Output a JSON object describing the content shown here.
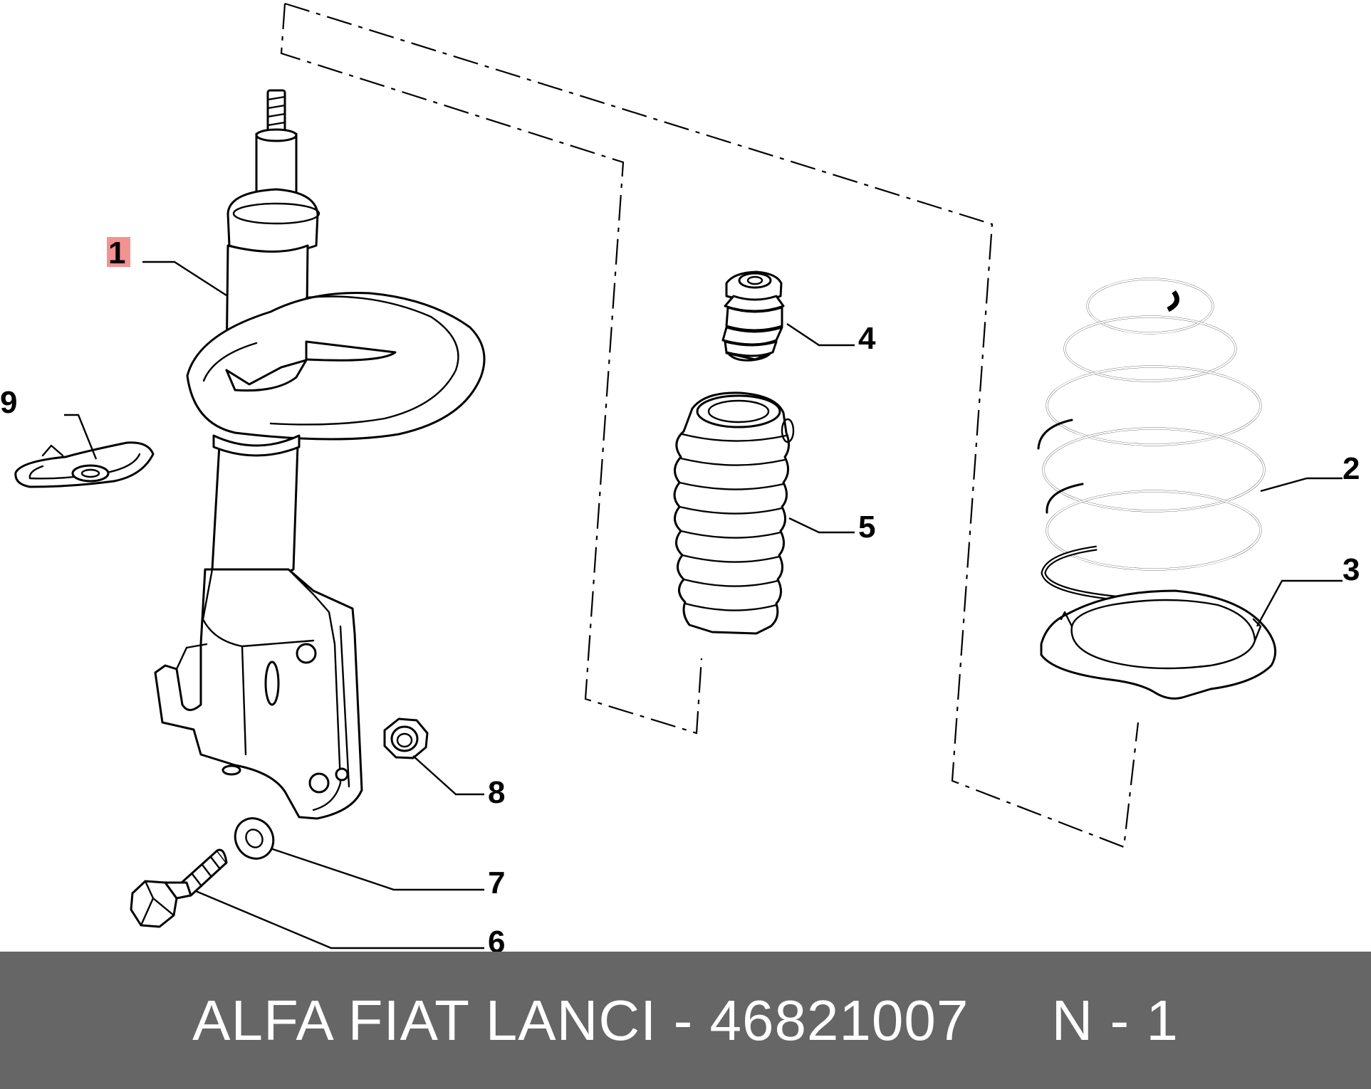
{
  "diagram": {
    "callouts": [
      {
        "id": "1",
        "label": "1",
        "highlight": true,
        "highlight_color": "#f08080"
      },
      {
        "id": "2",
        "label": "2"
      },
      {
        "id": "3",
        "label": "3"
      },
      {
        "id": "4",
        "label": "4"
      },
      {
        "id": "5",
        "label": "5"
      },
      {
        "id": "6",
        "label": "6"
      },
      {
        "id": "7",
        "label": "7"
      },
      {
        "id": "8",
        "label": "8"
      },
      {
        "id": "9",
        "label": "9"
      }
    ],
    "parts": [
      {
        "id": "1",
        "icon": "shock-absorber-strut-icon"
      },
      {
        "id": "2",
        "icon": "coil-spring-icon"
      },
      {
        "id": "3",
        "icon": "spring-seat-pad-icon"
      },
      {
        "id": "4",
        "icon": "bump-stop-icon"
      },
      {
        "id": "5",
        "icon": "dust-boot-bellows-icon"
      },
      {
        "id": "6",
        "icon": "hex-bolt-icon"
      },
      {
        "id": "7",
        "icon": "washer-icon"
      },
      {
        "id": "8",
        "icon": "hex-nut-icon"
      },
      {
        "id": "9",
        "icon": "retaining-clip-icon"
      }
    ]
  },
  "caption": {
    "text": "ALFA FIAT LANCI - 46821007     N - 1",
    "background": "#666666",
    "color": "#ffffff"
  }
}
